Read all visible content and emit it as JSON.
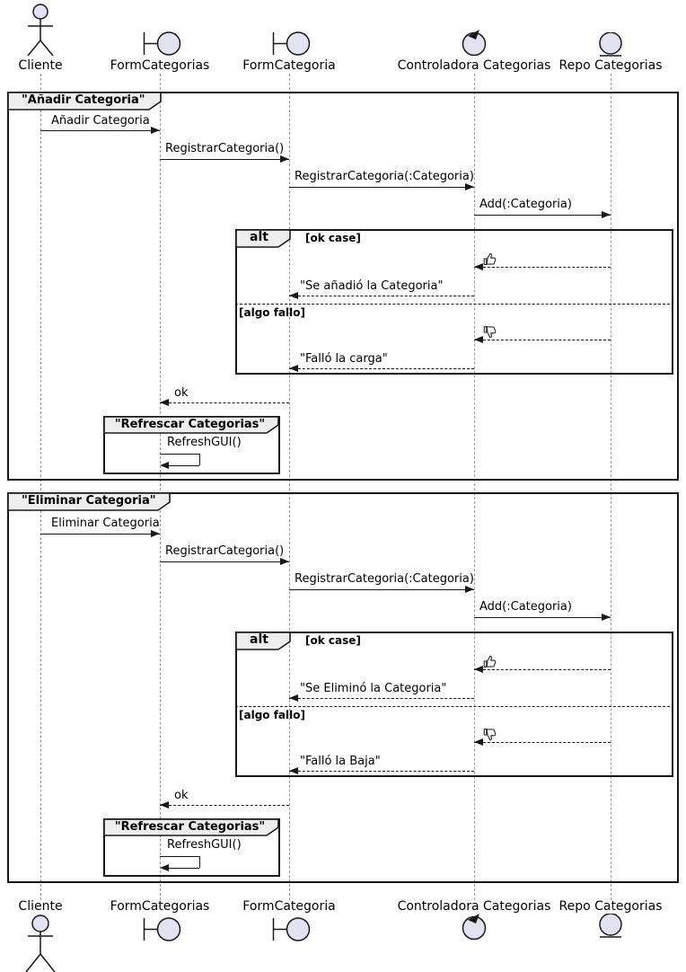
{
  "diagram_type": "uml-sequence-diagram",
  "participants": [
    {
      "name": "Cliente",
      "type": "actor"
    },
    {
      "name": "FormCategorias",
      "type": "boundary"
    },
    {
      "name": "FormCategoria",
      "type": "boundary"
    },
    {
      "name": "Controladora Categorias",
      "type": "control"
    },
    {
      "name": "Repo Categorias",
      "type": "entity"
    }
  ],
  "frames": [
    {
      "title": "\"Añadir Categoria\"",
      "messages": [
        {
          "label": "Añadir Categoria",
          "from": "Cliente",
          "to": "FormCategorias",
          "style": "solid"
        },
        {
          "label": "RegistrarCategoria()",
          "from": "FormCategorias",
          "to": "FormCategoria",
          "style": "solid"
        },
        {
          "label": "RegistrarCategoria(:Categoria)",
          "from": "FormCategoria",
          "to": "Controladora Categorias",
          "style": "solid"
        },
        {
          "label": "Add(:Categoria)",
          "from": "Controladora Categorias",
          "to": "Repo Categorias",
          "style": "solid"
        }
      ],
      "alt": {
        "keyword": "alt",
        "guards": [
          "[ok case]",
          "[algo fallo]"
        ],
        "ok_case": [
          {
            "icon": "thumbs-up",
            "from": "Repo Categorias",
            "to": "Controladora Categorias",
            "style": "dashed"
          },
          {
            "label": "\"Se añadió la Categoria\"",
            "from": "Controladora Categorias",
            "to": "FormCategoria",
            "style": "dashed"
          }
        ],
        "fail_case": [
          {
            "icon": "thumbs-down",
            "from": "Repo Categorias",
            "to": "Controladora Categorias",
            "style": "dashed"
          },
          {
            "label": "\"Falló la carga\"",
            "from": "Controladora Categorias",
            "to": "FormCategoria",
            "style": "dashed"
          }
        ]
      },
      "return_message": {
        "label": "ok",
        "from": "FormCategoria",
        "to": "FormCategorias",
        "style": "dashed"
      },
      "group": {
        "title": "\"Refrescar Categorias\"",
        "self_message": {
          "label": "RefreshGUI()",
          "on": "FormCategorias"
        }
      }
    },
    {
      "title": "\"Eliminar Categoria\"",
      "messages": [
        {
          "label": "Eliminar Categoria",
          "from": "Cliente",
          "to": "FormCategorias",
          "style": "solid"
        },
        {
          "label": "RegistrarCategoria()",
          "from": "FormCategorias",
          "to": "FormCategoria",
          "style": "solid"
        },
        {
          "label": "RegistrarCategoria(:Categoria)",
          "from": "FormCategoria",
          "to": "Controladora Categorias",
          "style": "solid"
        },
        {
          "label": "Add(:Categoria)",
          "from": "Controladora Categorias",
          "to": "Repo Categorias",
          "style": "solid"
        }
      ],
      "alt": {
        "keyword": "alt",
        "guards": [
          "[ok case]",
          "[algo fallo]"
        ],
        "ok_case": [
          {
            "icon": "thumbs-up",
            "from": "Repo Categorias",
            "to": "Controladora Categorias",
            "style": "dashed"
          },
          {
            "label": "\"Se Eliminó la Categoria\"",
            "from": "Controladora Categorias",
            "to": "FormCategoria",
            "style": "dashed"
          }
        ],
        "fail_case": [
          {
            "icon": "thumbs-down",
            "from": "Repo Categorias",
            "to": "Controladora Categorias",
            "style": "dashed"
          },
          {
            "label": "\"Falló la Baja\"",
            "from": "Controladora Categorias",
            "to": "FormCategoria",
            "style": "dashed"
          }
        ]
      },
      "return_message": {
        "label": "ok",
        "from": "FormCategoria",
        "to": "FormCategorias",
        "style": "dashed"
      },
      "group": {
        "title": "\"Refrescar Categorias\"",
        "self_message": {
          "label": "RefreshGUI()",
          "on": "FormCategorias"
        }
      }
    }
  ],
  "colors": {
    "participant_fill": "#E2E2F0",
    "stroke": "#181818",
    "frame_header_fill": "#EEEEEE",
    "lifeline": "#999999",
    "background": "#FFFFFF"
  }
}
